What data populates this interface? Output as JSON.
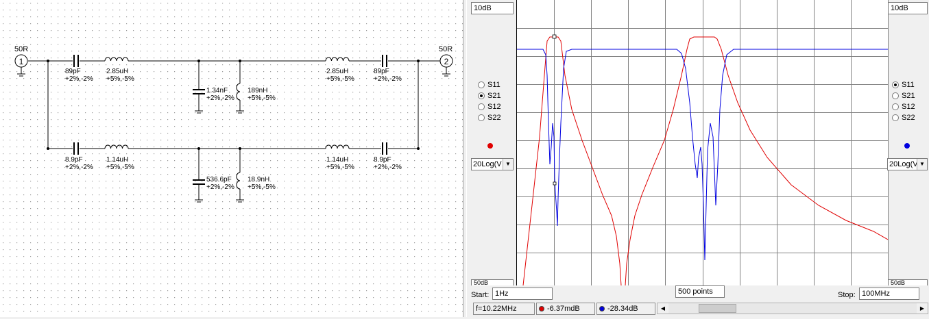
{
  "schematic": {
    "port1_label": "50R",
    "port1_number": "1",
    "port2_label": "50R",
    "port2_number": "2",
    "components": [
      {
        "value": "89pF",
        "tol": "+2%,-2%"
      },
      {
        "value": "2.85uH",
        "tol": "+5%,-5%"
      },
      {
        "value": "1.34nF",
        "tol": "+2%,-2%"
      },
      {
        "value": "189nH",
        "tol": "+5%,-5%"
      },
      {
        "value": "2.85uH",
        "tol": "+5%,-5%"
      },
      {
        "value": "89pF",
        "tol": "+2%,-2%"
      },
      {
        "value": "8.9pF",
        "tol": "+2%,-2%"
      },
      {
        "value": "1.14uH",
        "tol": "+5%,-5%"
      },
      {
        "value": "536.6pF",
        "tol": "+2%,-2%"
      },
      {
        "value": "18.9nH",
        "tol": "+5%,-5%"
      },
      {
        "value": "1.14uH",
        "tol": "+5%,-5%"
      },
      {
        "value": "8.9pF",
        "tol": "+2%,-2%"
      }
    ]
  },
  "plot": {
    "left_scale": "10dB",
    "right_scale": "10dB",
    "left_bottom_partial": "50dB",
    "right_bottom_partial": "50dB",
    "left_params": [
      {
        "label": "S11",
        "checked": false
      },
      {
        "label": "S21",
        "checked": true
      },
      {
        "label": "S12",
        "checked": false
      },
      {
        "label": "S22",
        "checked": false
      }
    ],
    "right_params": [
      {
        "label": "S11",
        "checked": true
      },
      {
        "label": "S21",
        "checked": false
      },
      {
        "label": "S12",
        "checked": false
      },
      {
        "label": "S22",
        "checked": false
      }
    ],
    "left_color": "#e00000",
    "right_color": "#0000e0",
    "left_format": "20Log(V",
    "right_format": "20Log(V",
    "start_label": "Start:",
    "start_value": "1Hz",
    "points": "500 points",
    "stop_label": "Stop:",
    "stop_value": "100MHz",
    "status_freq": "f=10.22MHz",
    "status_red": "-6.37mdB",
    "status_blue": "-28.34dB"
  }
}
